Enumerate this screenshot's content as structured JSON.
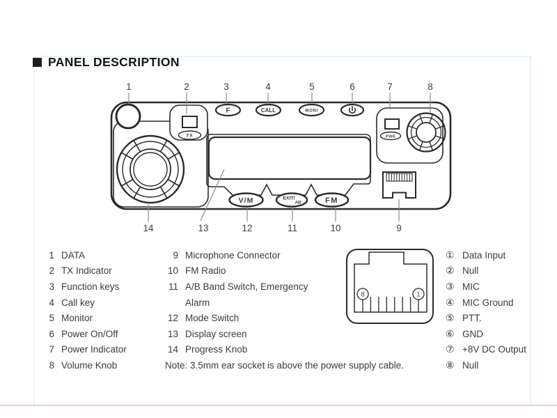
{
  "header": {
    "title": "PANEL DESCRIPTION"
  },
  "panel": {
    "callouts_top": [
      "1",
      "2",
      "3",
      "4",
      "5",
      "6",
      "7",
      "8"
    ],
    "callouts_bottom": [
      "14",
      "13",
      "12",
      "11",
      "10",
      "9"
    ],
    "labels": {
      "f": "F",
      "call": "CALL",
      "moni": "MONI",
      "tx": "TX",
      "pwr": "PWR",
      "vm": "V/M",
      "exit": "EXIT/",
      "exit_sub": "AB",
      "fm": "FM"
    }
  },
  "legend_left": [
    {
      "num": "1",
      "label": "DATA"
    },
    {
      "num": "2",
      "label": "TX Indicator"
    },
    {
      "num": "3",
      "label": "Function keys"
    },
    {
      "num": "4",
      "label": "Call key"
    },
    {
      "num": "5",
      "label": "Monitor"
    },
    {
      "num": "6",
      "label": "Power On/Off"
    },
    {
      "num": "7",
      "label": "Power Indicator"
    },
    {
      "num": "8",
      "label": "Volume Knob"
    }
  ],
  "legend_mid": [
    {
      "num": "9",
      "label": "Microphone Connector"
    },
    {
      "num": "10",
      "label": "FM Radio"
    },
    {
      "num": "11",
      "label": "A/B Band Switch, Emergency"
    },
    {
      "num": "",
      "label": "Alarm"
    },
    {
      "num": "12",
      "label": "Mode Switch"
    },
    {
      "num": "13",
      "label": "Display screen"
    },
    {
      "num": "14",
      "label": "Progress Knob"
    }
  ],
  "note": "Note: 3.5mm ear socket is above the power supply cable.",
  "connector": {
    "pin_left": "8",
    "pin_right": "1"
  },
  "legend_pins": [
    {
      "num": "①",
      "label": "Data Input"
    },
    {
      "num": "②",
      "label": "Null"
    },
    {
      "num": "③",
      "label": "MIC"
    },
    {
      "num": "④",
      "label": "MIC Ground"
    },
    {
      "num": "⑤",
      "label": "PTT."
    },
    {
      "num": "⑥",
      "label": "GND"
    },
    {
      "num": "⑦",
      "label": "+8V DC Output"
    },
    {
      "num": "⑧",
      "label": "Null"
    }
  ],
  "colors": {
    "line": "#2b2b2b",
    "text": "#3c3c3c",
    "pink_rule": "#f6cdd9",
    "blue_frame": "#eaf4fc"
  }
}
